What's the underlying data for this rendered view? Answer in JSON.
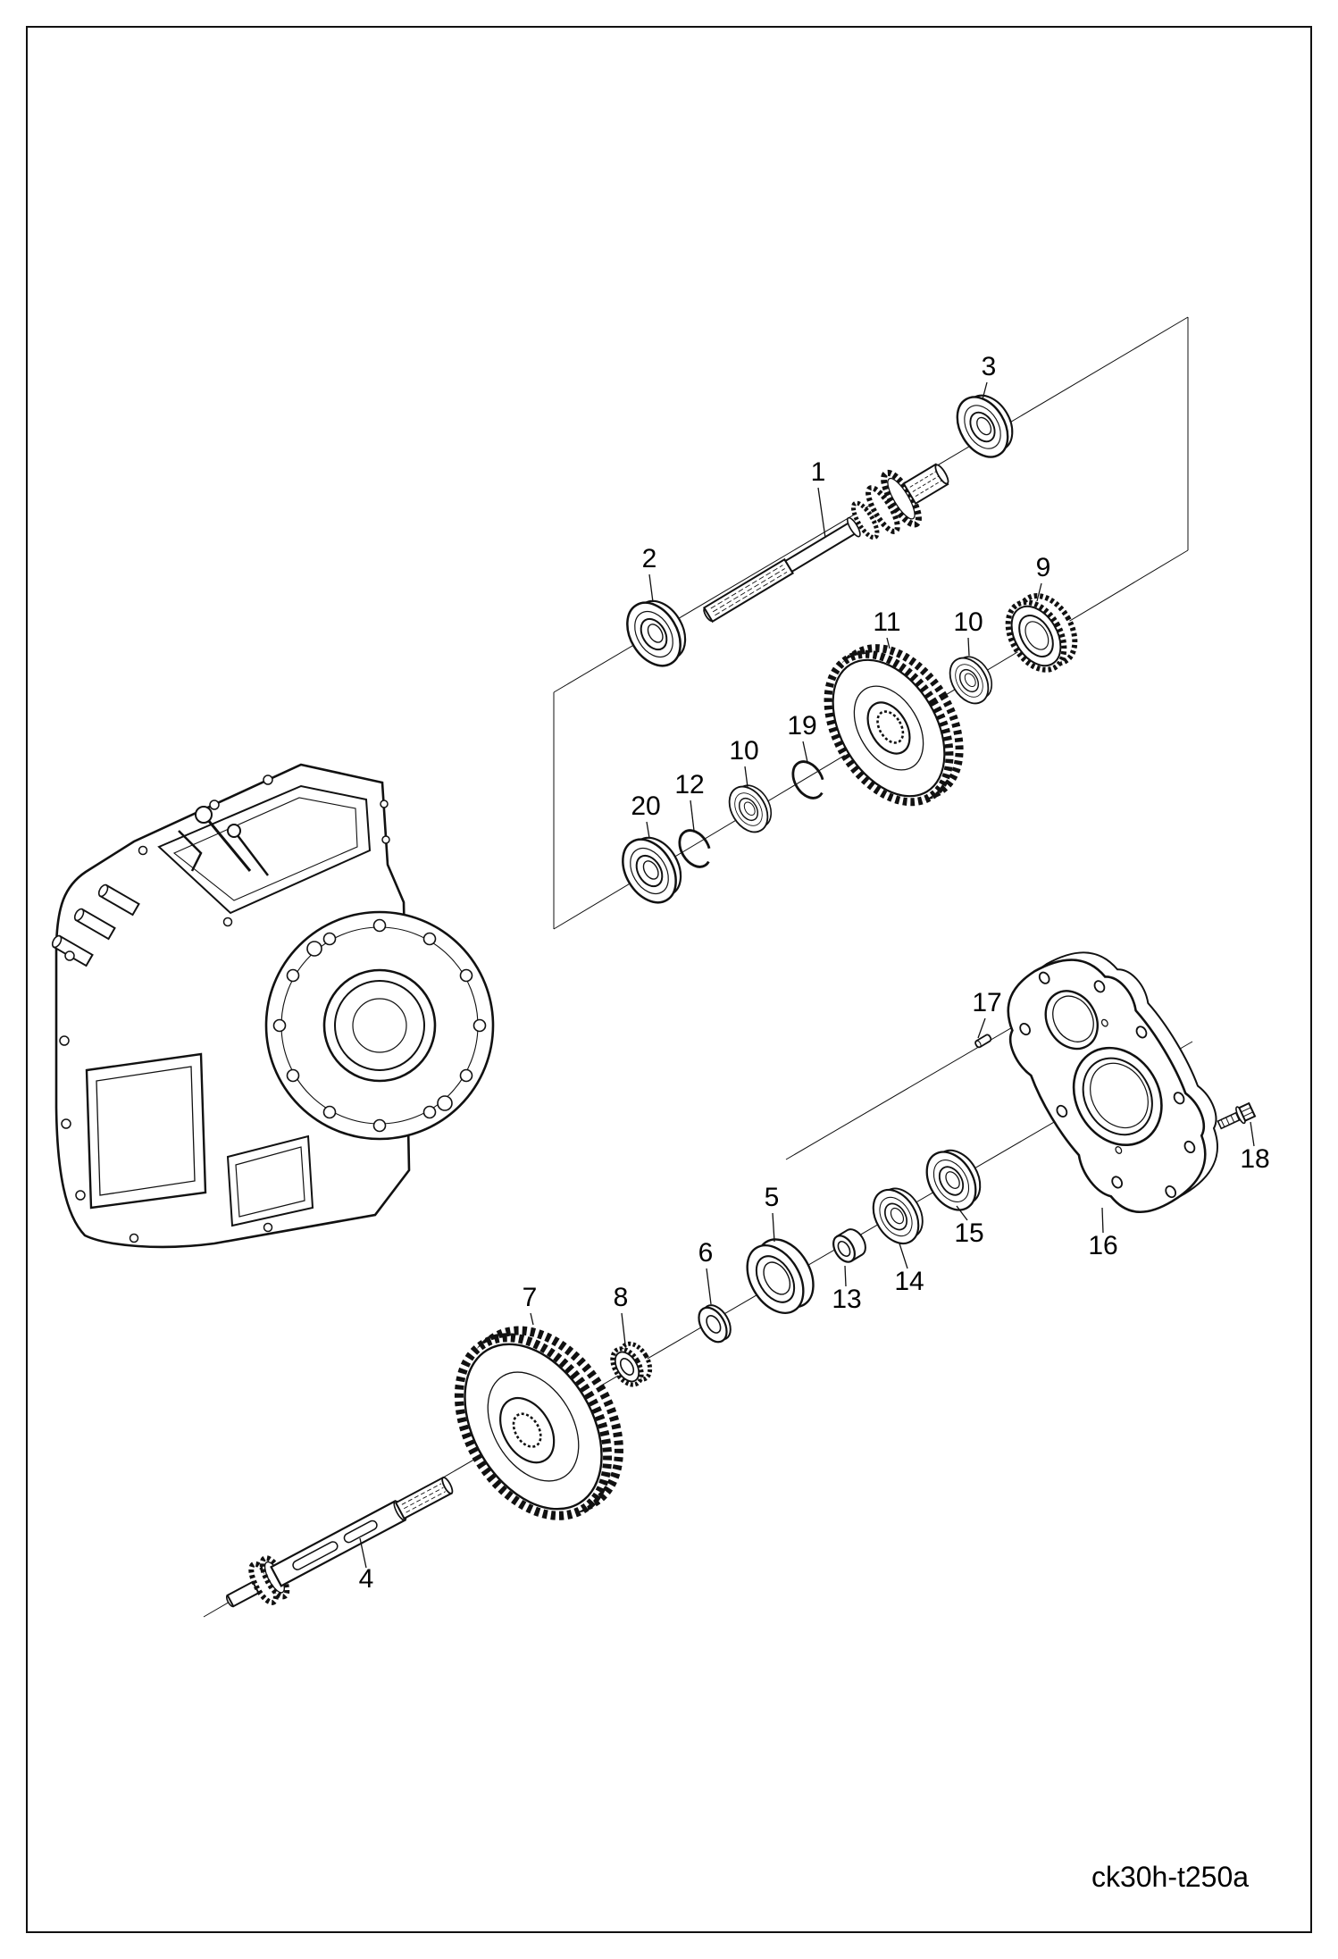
{
  "page": {
    "footer_label": "ck30h-t250a",
    "colors": {
      "line": "#111111",
      "background": "#ffffff"
    }
  },
  "diagram": {
    "callouts": [
      {
        "label": "1"
      },
      {
        "label": "2"
      },
      {
        "label": "3"
      },
      {
        "label": "9"
      },
      {
        "label": "11"
      },
      {
        "label": "10"
      },
      {
        "label": "19"
      },
      {
        "label": "10"
      },
      {
        "label": "12"
      },
      {
        "label": "20"
      },
      {
        "label": "17"
      },
      {
        "label": "16"
      },
      {
        "label": "18"
      },
      {
        "label": "15"
      },
      {
        "label": "14"
      },
      {
        "label": "13"
      },
      {
        "label": "5"
      },
      {
        "label": "6"
      },
      {
        "label": "8"
      },
      {
        "label": "7"
      },
      {
        "label": "4"
      }
    ]
  }
}
